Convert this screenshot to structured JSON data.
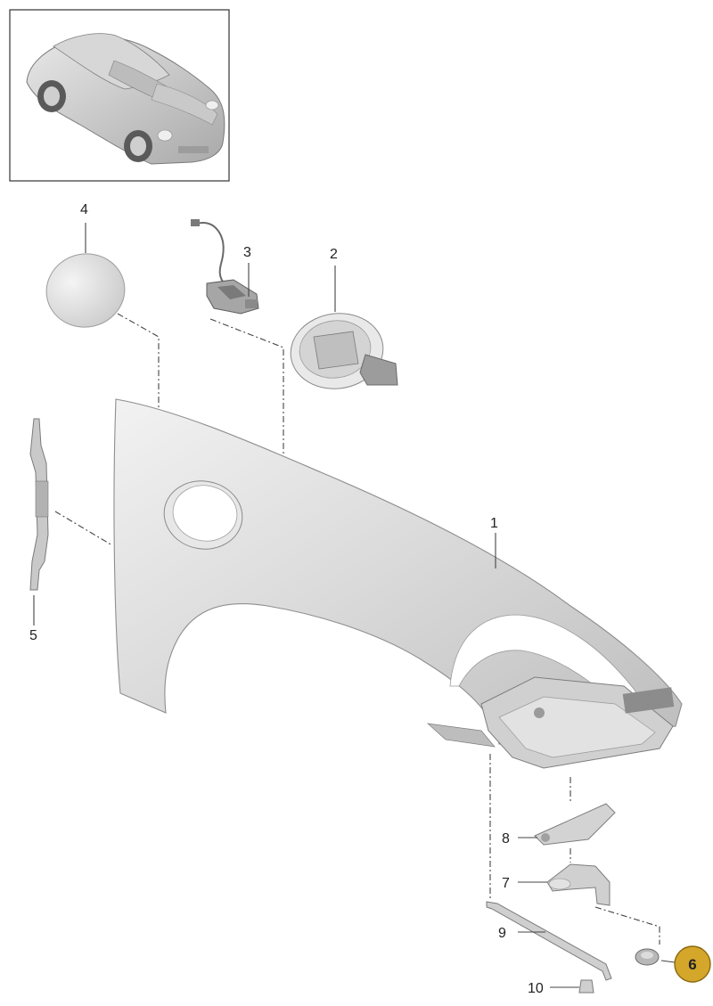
{
  "diagram": {
    "callouts": [
      {
        "id": "1",
        "label": "1",
        "part": "front-fender"
      },
      {
        "id": "2",
        "label": "2",
        "part": "fuel-filler-housing"
      },
      {
        "id": "3",
        "label": "3",
        "part": "release-actuator-with-cable"
      },
      {
        "id": "4",
        "label": "4",
        "part": "fuel-filler-flap"
      },
      {
        "id": "5",
        "label": "5",
        "part": "side-bracket"
      },
      {
        "id": "6",
        "label": "6",
        "part": "plug-clip",
        "highlighted": true
      },
      {
        "id": "7",
        "label": "7",
        "part": "angle-bracket"
      },
      {
        "id": "8",
        "label": "8",
        "part": "mounting-plate"
      },
      {
        "id": "9",
        "label": "9",
        "part": "support-rod"
      },
      {
        "id": "10",
        "label": "10",
        "part": "small-clip"
      }
    ],
    "colors": {
      "highlight_fill": "#d4a62a",
      "highlight_stroke": "#8a6a10",
      "line": "#444444",
      "part_light": "#e4e4e4",
      "part_mid": "#cfcfcf",
      "part_dark": "#8c8c8c"
    }
  }
}
